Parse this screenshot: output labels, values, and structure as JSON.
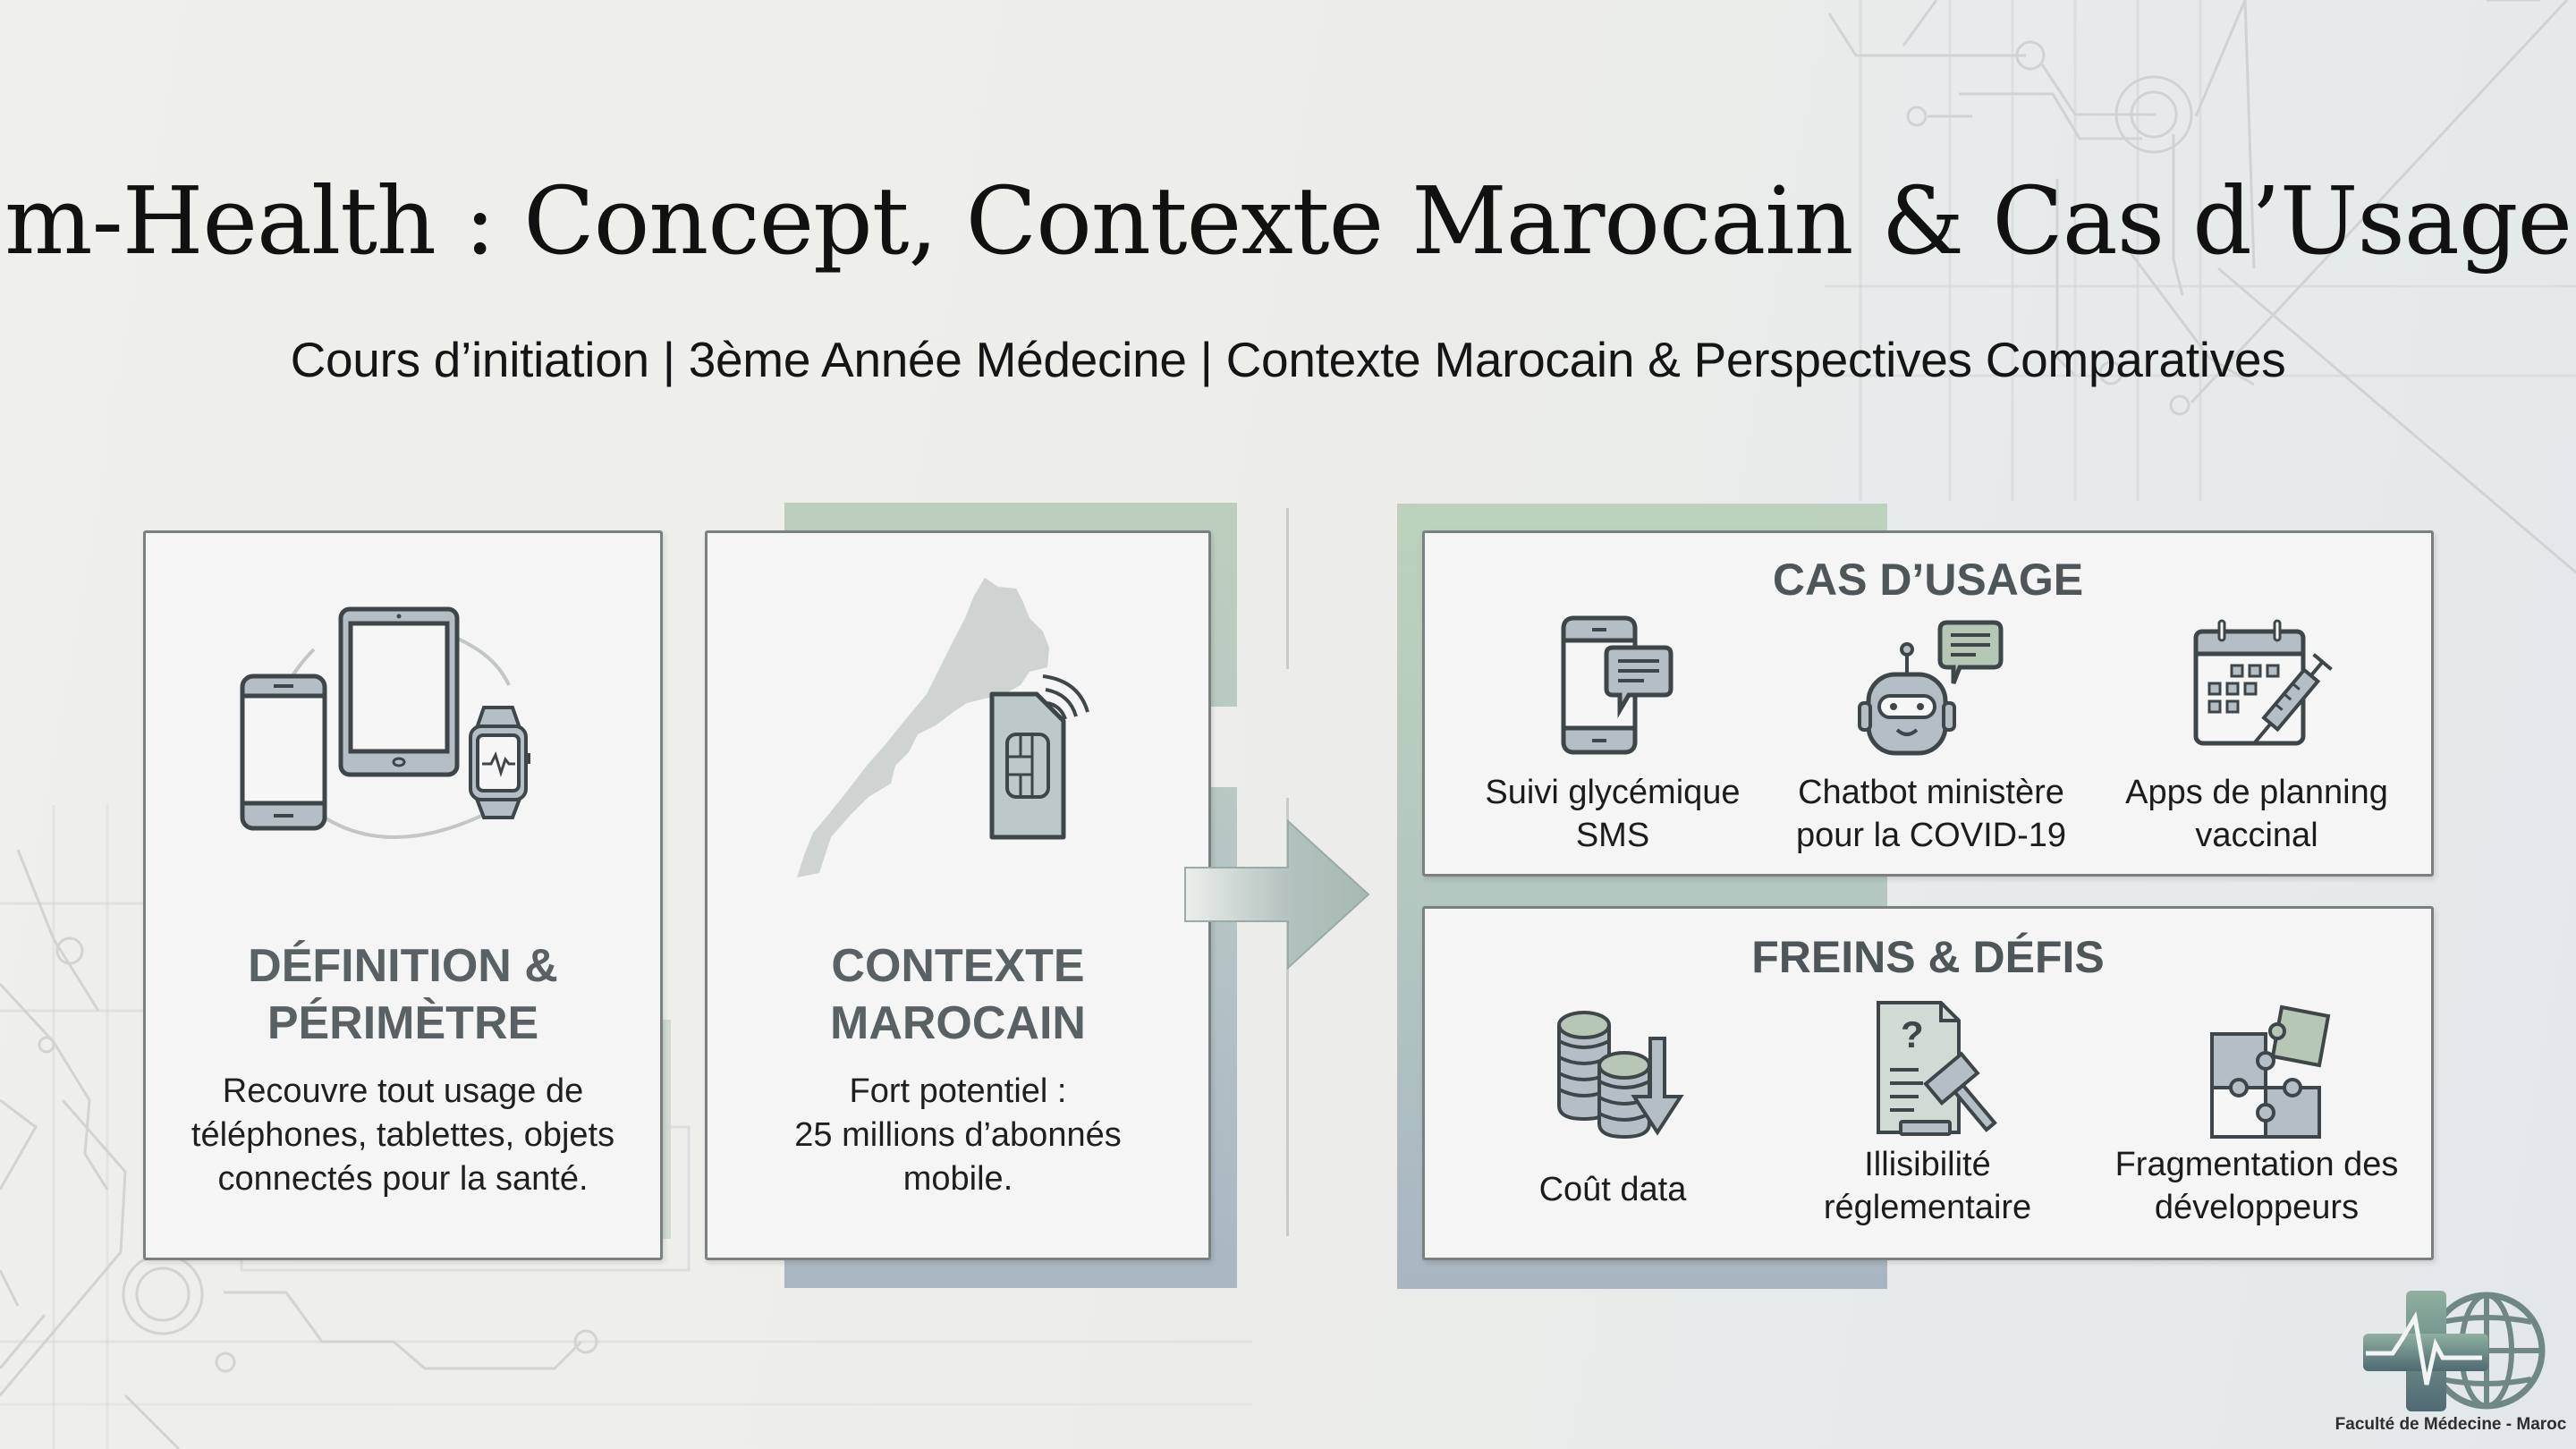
{
  "slide": {
    "title": "m-Health : Concept, Contexte Marocain & Cas d’Usage",
    "subtitle": "Cours d’initiation | 3ème Année Médecine | Contexte Marocain & Perspectives Comparatives"
  },
  "cards": [
    {
      "icon": "devices-icon",
      "title_line1": "DÉFINITION &",
      "title_line2": "PÉRIMÈTRE",
      "text_lines": [
        "Recouvre tout usage de",
        "téléphones, tablettes, objets",
        "connectés pour la santé."
      ]
    },
    {
      "icon": "morocco-map-sim-icon",
      "title_line1": "CONTEXTE",
      "title_line2": "MAROCAIN",
      "text_lines": [
        "Fort potentiel :",
        "25 millions d’abonnés",
        "mobile."
      ]
    }
  ],
  "arrow": {
    "icon": "arrow-right-icon"
  },
  "use_cases": {
    "title": "CAS D’USAGE",
    "items": [
      {
        "icon": "phone-sms-icon",
        "line1": "Suivi glycémique",
        "line2": "SMS"
      },
      {
        "icon": "chatbot-icon",
        "line1": "Chatbot ministère",
        "line2": "pour la COVID-19"
      },
      {
        "icon": "calendar-syringe-icon",
        "line1": "Apps de planning",
        "line2": "vaccinal"
      }
    ]
  },
  "challenges": {
    "title": "FREINS & DÉFIS",
    "items": [
      {
        "icon": "coins-down-icon",
        "line1": "Coût data",
        "line2": ""
      },
      {
        "icon": "document-gavel-icon",
        "line1": "Illisibilité",
        "line2": "réglementaire"
      },
      {
        "icon": "puzzle-icon",
        "line1": "Fragmentation des",
        "line2": "développeurs"
      }
    ]
  },
  "logo": {
    "icon": "medical-cross-globe-icon",
    "text": "Faculté de Médecine - Maroc"
  },
  "colors": {
    "icon_stroke": "#3f4649",
    "icon_fill_grey": "#b3bec4",
    "icon_fill_green": "#b4c4b4",
    "frame_green": "#b9cdb9",
    "frame_blue": "#a9b7c2",
    "title_grey": "#5a6164"
  }
}
